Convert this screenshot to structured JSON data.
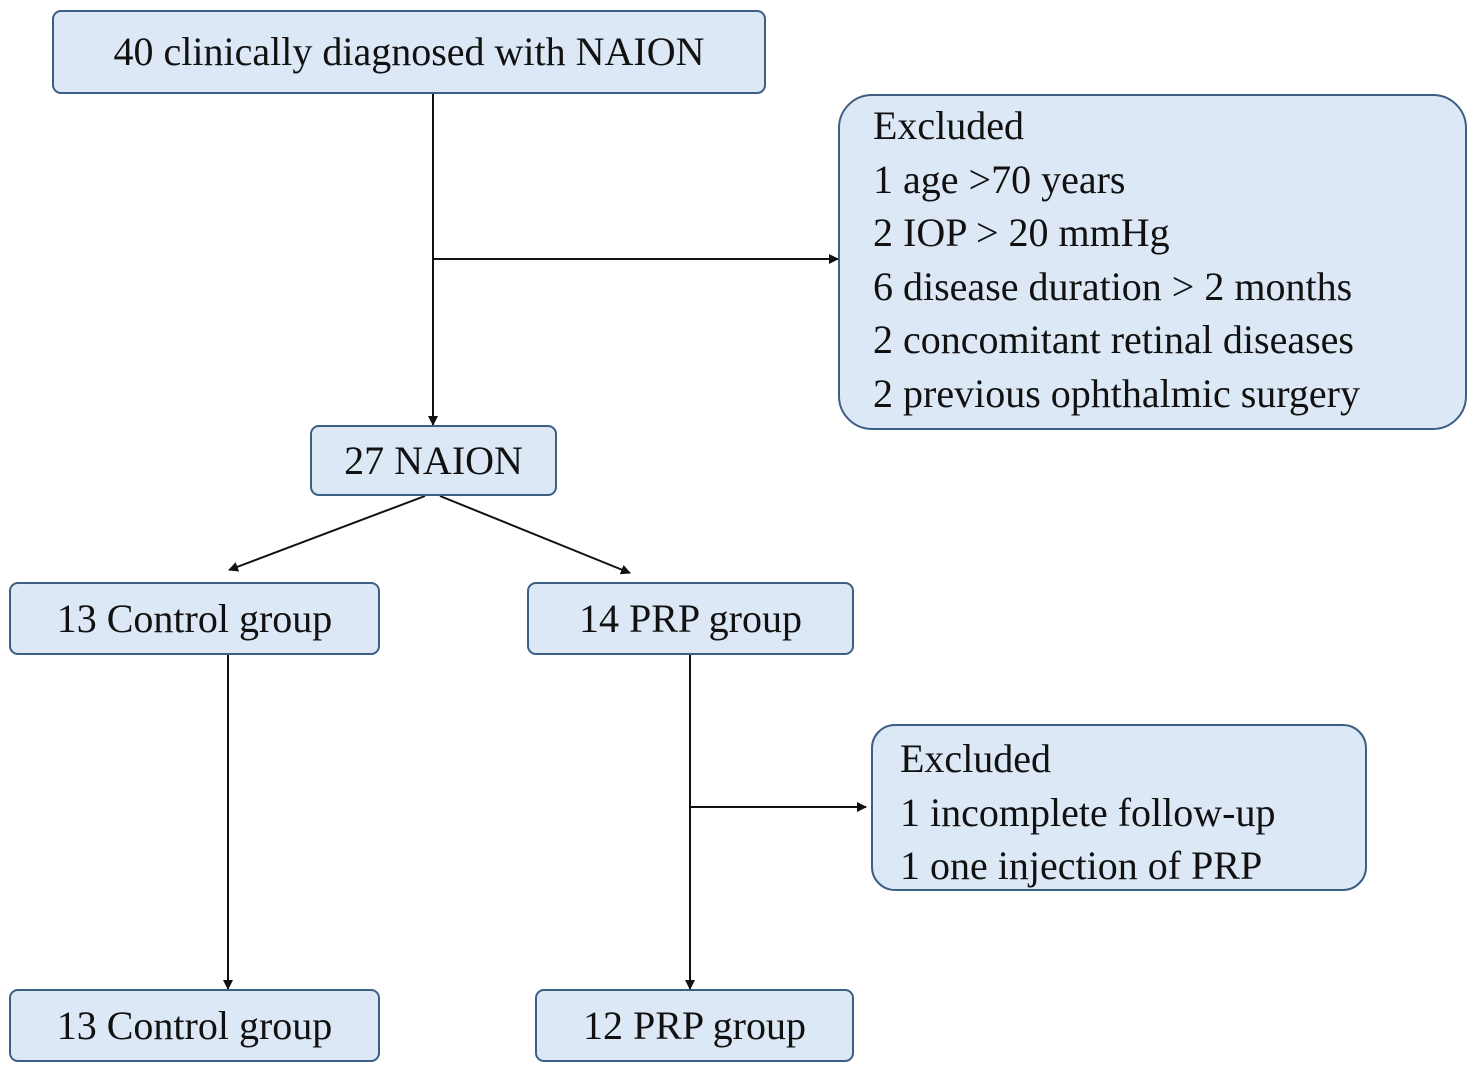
{
  "nodes": {
    "total": {
      "text": "40 clinically diagnosed with NAION"
    },
    "naion": {
      "text": "27 NAION"
    },
    "control_start": {
      "text": "13 Control group"
    },
    "prp_start": {
      "text": "14 PRP group"
    },
    "control_end": {
      "text": "13 Control group"
    },
    "prp_end": {
      "text": "12 PRP group"
    }
  },
  "exclusion_1": {
    "title": "Excluded",
    "items": [
      "1 age >70 years",
      "2 IOP > 20 mmHg",
      "6 disease duration > 2 months",
      "2 concomitant retinal diseases",
      "2 previous ophthalmic surgery"
    ]
  },
  "exclusion_2": {
    "title": "Excluded",
    "items": [
      "1 incomplete follow-up",
      "1 one injection of PRP"
    ]
  },
  "colors": {
    "box_fill": "#dce8f5",
    "box_border": "#3d5f84",
    "arrow": "#111111"
  }
}
